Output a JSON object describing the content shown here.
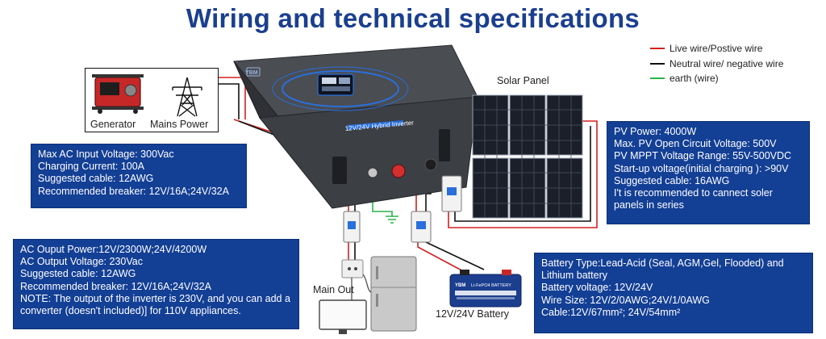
{
  "title": "Wiring and technical specifications",
  "legend": [
    {
      "label": "Live wire/Postive wire",
      "color": "#d42020"
    },
    {
      "label": "Neutral wire/ negative wire",
      "color": "#111111"
    },
    {
      "label": "earth (wire)",
      "color": "#2bb34a"
    }
  ],
  "labels": {
    "generator": "Generator",
    "mains_power": "Mains Power",
    "solar_panel": "Solar Panel",
    "main_out": "Main Out",
    "battery": "12V/24V Battery"
  },
  "ac_input": {
    "lines": [
      "Max AC Input Voltage: 300Vac",
      "Charging Current: 100A",
      "Suggested cable: 12AWG",
      "Recommended breaker: 12V/16A;24V/32A"
    ]
  },
  "pv": {
    "lines": [
      "PV Power: 4000W",
      "Max. PV Open Circuit Voltage: 500V",
      "PV MPPT Voltage Range: 55V-500VDC",
      "Start-up voltage(initial charging ): >90V",
      "Suggested cable: 16AWG",
      "I't is recommended to cannect soler panels in series"
    ]
  },
  "ac_output": {
    "lines": [
      "AC Ouput Power:12V/2300W;24V/4200W",
      "AC Output Voltage: 230Vac",
      "Suggested cable: 12AWG",
      "Recommended breaker: 12V/16A;24V/32A",
      "NOTE: The output of the inverter is 230V, and you can add a converter (doesn't included)] for 110V appliances."
    ]
  },
  "battery_spec": {
    "lines": [
      "Battery Type:Lead-Acid (Seal, AGM,Gel, Flooded) and Lithium battery",
      "Battery voltage: 12V/24V",
      "Wire Size: 12V/2/0AWG;24V/1/0AWG",
      "Cable:12V/67mm²; 24V/54mm²"
    ]
  },
  "colors": {
    "title": "#1b3f8f",
    "spec_box": "#133f95",
    "live": "#d42020",
    "neutral": "#111111",
    "earth": "#2bb34a",
    "inverter_body": "#3a3d42",
    "accent": "#2a6fdb"
  },
  "icons": [
    "generator-icon",
    "power-tower-icon",
    "inverter-icon",
    "solar-panel-icon",
    "breaker-icon",
    "battery-icon",
    "fridge-icon",
    "monitor-icon",
    "socket-icon"
  ],
  "device": {
    "logo": "YBM",
    "front_label": "12V/24V Hybrid Inverter"
  },
  "battery_device": {
    "logo": "YBM",
    "label": "Li-FePO4 BATTERY"
  }
}
